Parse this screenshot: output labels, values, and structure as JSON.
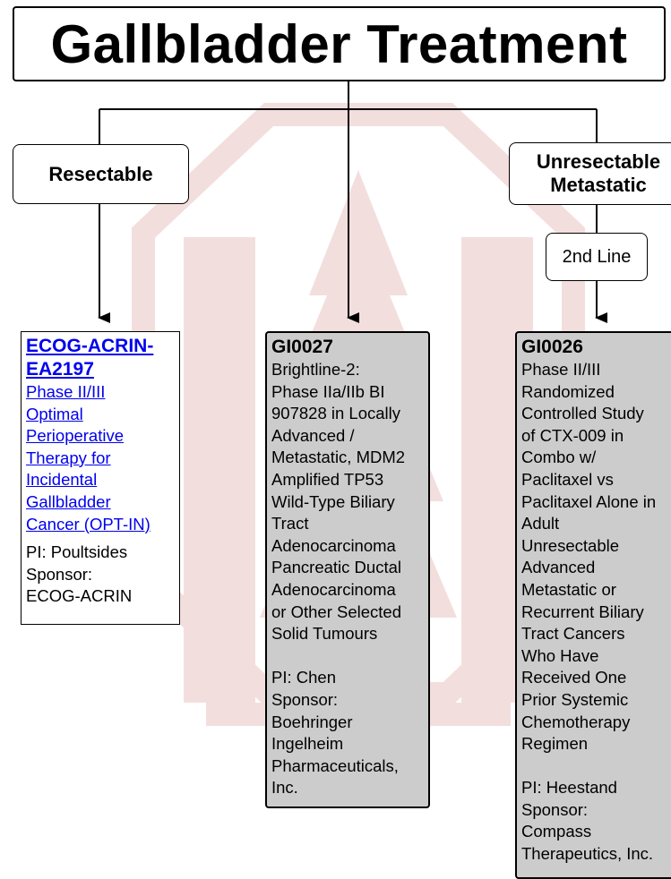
{
  "title": "Gallbladder Treatment",
  "categories": {
    "resectable": "Resectable",
    "unresectable_line1": "Unresectable",
    "unresectable_line2": "Metastatic"
  },
  "second_line_label": "2nd Line",
  "trials": {
    "ecog": {
      "id_line1": "ECOG-ACRIN-",
      "id_line2": "EA2197",
      "description_lines": [
        "Phase II/III",
        "Optimal",
        "Perioperative",
        "Therapy for",
        "Incidental",
        "Gallbladder",
        "Cancer (OPT-IN)"
      ],
      "pi": "PI: Poultsides",
      "sponsor_label": "Sponsor:",
      "sponsor_lines": [
        "ECOG-ACRIN"
      ]
    },
    "gi0027": {
      "id": "GI0027",
      "description_lines": [
        "Brightline-2:",
        "Phase IIa/IIb BI",
        "907828 in Locally",
        "Advanced /",
        "Metastatic, MDM2",
        "Amplified TP53",
        "Wild-Type Biliary",
        "Tract",
        "Adenocarcinoma",
        "Pancreatic Ductal",
        "Adenocarcinoma",
        "or Other Selected",
        "Solid Tumours"
      ],
      "pi": "PI: Chen",
      "sponsor_label": "Sponsor:",
      "sponsor_lines": [
        "Boehringer",
        "Ingelheim",
        "Pharmaceuticals,",
        "Inc."
      ]
    },
    "gi0026": {
      "id": "GI0026",
      "description_lines": [
        "Phase II/III",
        "Randomized",
        "Controlled Study",
        "of CTX-009 in",
        "Combo w/",
        "Paclitaxel vs",
        "Paclitaxel Alone in",
        "Adult",
        "Unresectable",
        "Advanced",
        "Metastatic or",
        "Recurrent Biliary",
        "Tract Cancers",
        "Who Have",
        "Received One",
        "Prior Systemic",
        "Chemotherapy",
        "Regimen"
      ],
      "pi": "PI: Heestand",
      "sponsor_label": "Sponsor:",
      "sponsor_lines": [
        "Compass",
        "Therapeutics, Inc."
      ]
    }
  },
  "colors": {
    "watermark": "#f3dede",
    "card_grey": "#cccccc",
    "link": "#0000ee"
  }
}
